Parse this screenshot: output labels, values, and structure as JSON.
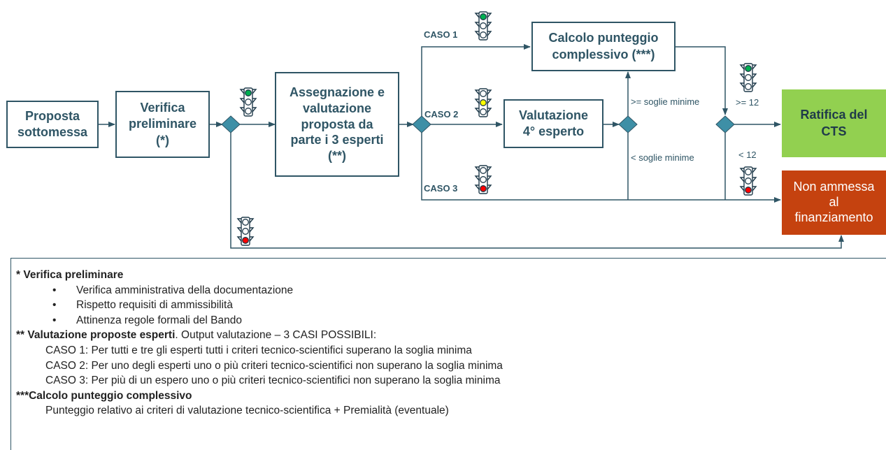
{
  "diagram": {
    "boxes": {
      "proposta": "Proposta\nsottomessa",
      "verifica": "Verifica\npreliminare\n(*)",
      "assegnazione": "Assegnazione e\nvalutazione\nproposta da\nparte i 3 esperti\n(**)",
      "calcolo": "Calcolo punteggio\ncomplessivo (***)",
      "valutazione4": "Valutazione\n4° esperto",
      "ratifica": "Ratifica del\nCTS",
      "non_ammessa": "Non ammessa\nal\nfinanziamento"
    },
    "labels": {
      "caso1": "CASO 1",
      "caso2": "CASO 2",
      "caso3": "CASO 3",
      "soglie_ge": ">= soglie minime",
      "soglie_lt": "< soglie minime",
      "ge12": ">= 12",
      "lt12": "< 12"
    },
    "colors": {
      "line": "#2f5565",
      "green_box": "#92d050",
      "red_box": "#c5420f",
      "light_green": "#00b050",
      "light_yellow": "#ffff00",
      "light_red": "#ff0000"
    }
  },
  "notes": {
    "verifica_title": "* Verifica preliminare",
    "verifica_items": [
      "Verifica amministrativa della documentazione",
      "Rispetto requisiti di ammissibilità",
      "Attinenza regole formali del Bando"
    ],
    "valutazione_prefix": "** ",
    "valutazione_title": "Valutazione proposte esperti",
    "valutazione_suffix": ". Output valutazione – 3 CASI POSSIBILI:",
    "casi": [
      "CASO 1: Per tutti e tre gli esperti tutti i criteri tecnico-scientifici superano la soglia minima",
      "CASO 2: Per uno degli esperti uno o più criteri tecnico-scientifici non superano la soglia minima",
      "CASO 3: Per più di un espero uno o più criteri tecnico-scientifici non superano la soglia minima"
    ],
    "calcolo_title": "***Calcolo punteggio complessivo",
    "calcolo_text": "Punteggio relativo ai criteri di valutazione tecnico-scientifica + Premialità (eventuale)"
  }
}
